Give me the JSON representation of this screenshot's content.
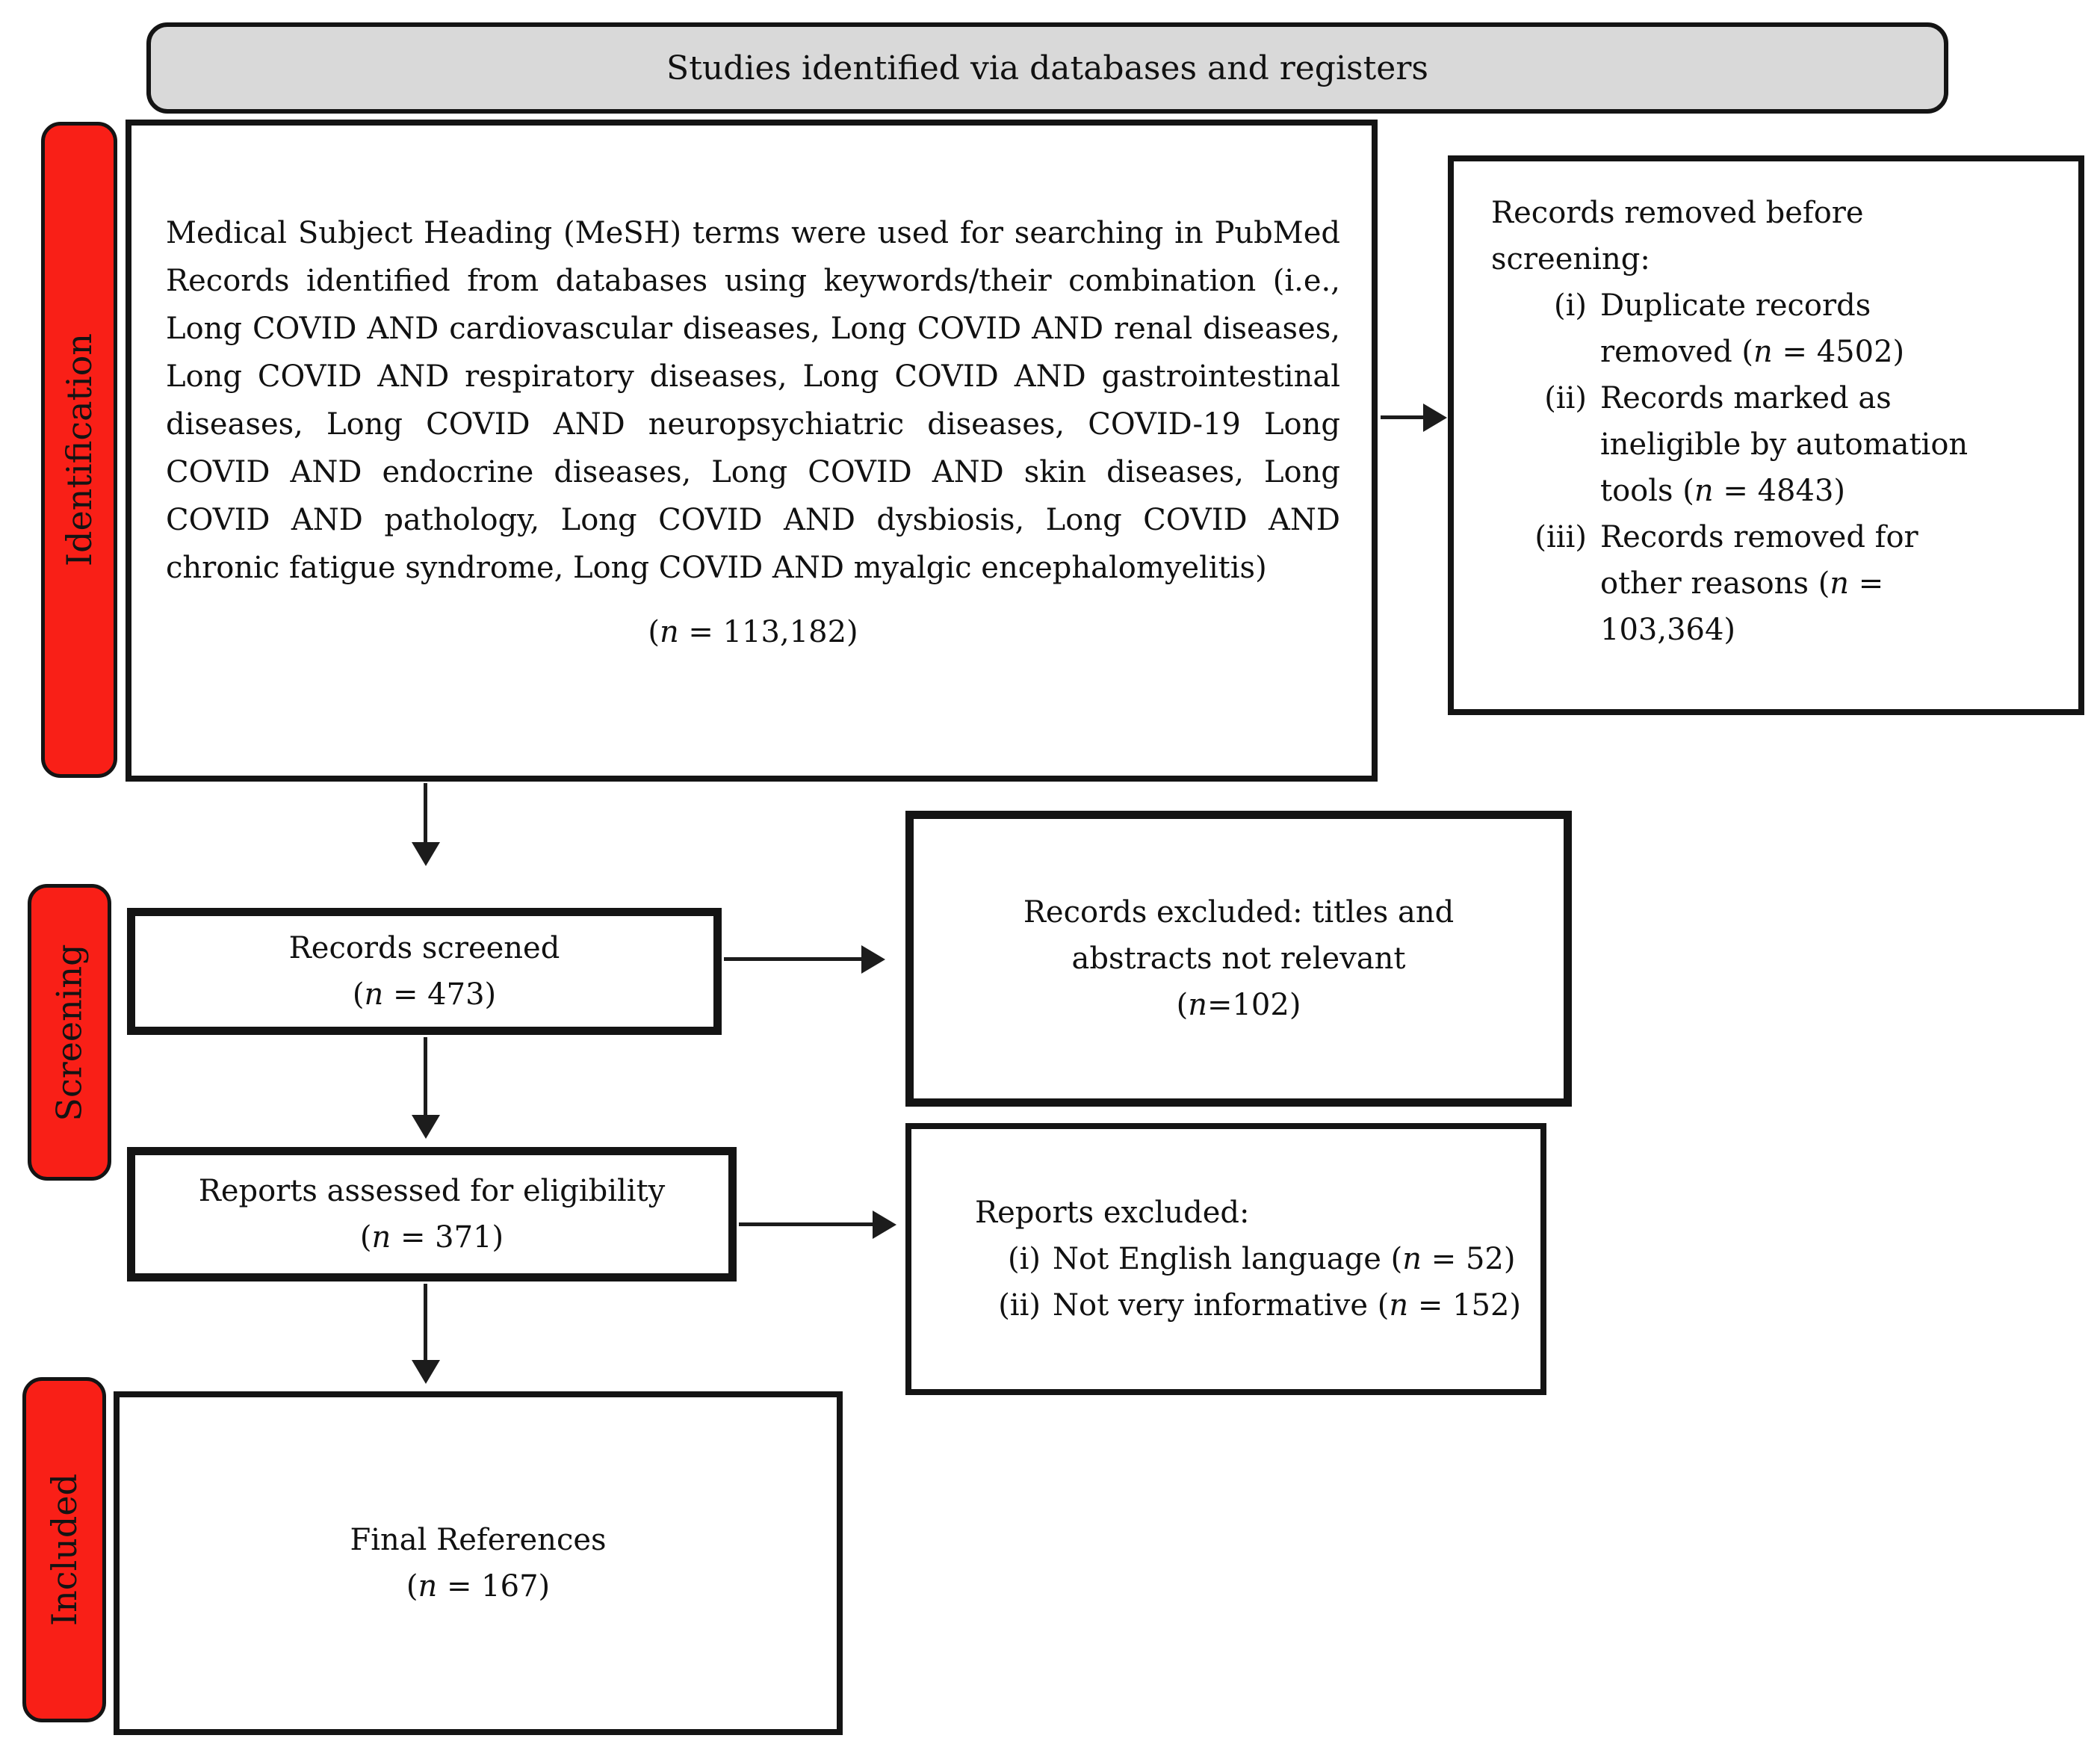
{
  "colors": {
    "stage_red": "#f91f17",
    "header_gray": "#d9d9d9",
    "line_black": "#141414"
  },
  "header": {
    "title": "Studies identified via databases and registers"
  },
  "stages": {
    "identification": "Identification",
    "screening": "Screening",
    "included": "Included"
  },
  "identification_box": {
    "body": "Medical Subject Heading (MeSH) terms were used for searching in PubMed Records identified from databases using keywords/their combination (i.e., Long COVID AND cardiovascular diseases, Long COVID AND renal diseases, Long COVID AND respiratory diseases, Long COVID AND gastrointestinal diseases, Long COVID AND neuropsychiatric diseases, COVID-19 Long COVID AND endocrine diseases, Long COVID AND skin diseases, Long COVID AND pathology, Long COVID AND dysbiosis, Long COVID AND chronic fatigue syndrome, Long COVID AND myalgic encephalomyelitis)",
    "count": {
      "o": "(",
      "n": "n",
      "r": " = 113,182)"
    }
  },
  "records_removed_box": {
    "title": "Records removed before screening:",
    "items": [
      {
        "marker": "(i)",
        "text": "Duplicate records removed ",
        "count": {
          "o": "(",
          "n": "n",
          "r": " = 4502)"
        }
      },
      {
        "marker": "(ii)",
        "text": "Records marked as ineligible by automation tools ",
        "count": {
          "o": "(",
          "n": "n",
          "r": " = 4843)"
        }
      },
      {
        "marker": "(iii)",
        "text": "Records removed for other reasons ",
        "count": {
          "o": "(",
          "n": "n",
          "r": " = 103,364)"
        }
      }
    ]
  },
  "records_screened_box": {
    "line1": "Records screened",
    "count": {
      "o": "(",
      "n": "n",
      "r": " = 473)"
    }
  },
  "records_excluded_box": {
    "text": "Records excluded: titles and abstracts not relevant",
    "count": {
      "o": "(",
      "n": "n",
      "r": "=102)"
    }
  },
  "reports_assessed_box": {
    "line1": "Reports assessed for eligibility",
    "count": {
      "o": "(",
      "n": "n",
      "r": " = 371)"
    }
  },
  "reports_excluded_box": {
    "title": "Reports excluded:",
    "items": [
      {
        "marker": "(i)",
        "text": "Not English language ",
        "count": {
          "o": "(",
          "n": "n",
          "r": " = 52)"
        }
      },
      {
        "marker": "(ii)",
        "text": "Not very informative ",
        "count": {
          "o": "(",
          "n": "n",
          "r": " = 152)"
        }
      }
    ]
  },
  "final_box": {
    "line1": "Final References",
    "count": {
      "o": "(",
      "n": "n",
      "r": " = 167)"
    }
  }
}
